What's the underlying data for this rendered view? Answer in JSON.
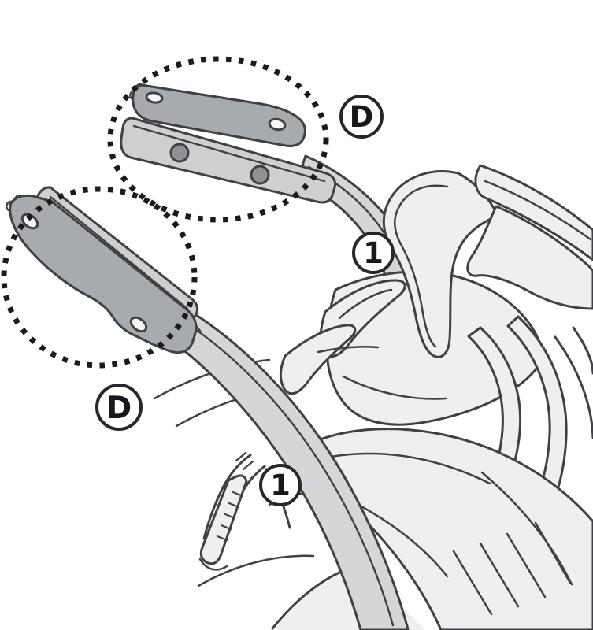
{
  "diagram": {
    "kind": "technical-illustration",
    "callouts": [
      {
        "id": "detail-circle-top",
        "label": "D"
      },
      {
        "id": "part-upper-tube",
        "label": "1"
      },
      {
        "id": "detail-circle-left",
        "label": "D"
      },
      {
        "id": "part-lower-tube",
        "label": "1"
      }
    ],
    "colors": {
      "background": "#ffffff",
      "outline": "#3f4144",
      "body_fill": "#edeff1",
      "tube_fill": "#d4d6d8",
      "bracket_plate_fill": "#a8abae",
      "bracket_rail_fill": "#cdcfd1",
      "rail_hole_fill": "#8f9194",
      "plate_hole_fill": "#f5f6f7",
      "dotted_circle_color": "#1b1b1d",
      "callout_stroke": "#26272a",
      "callout_text": "#17181c"
    }
  }
}
